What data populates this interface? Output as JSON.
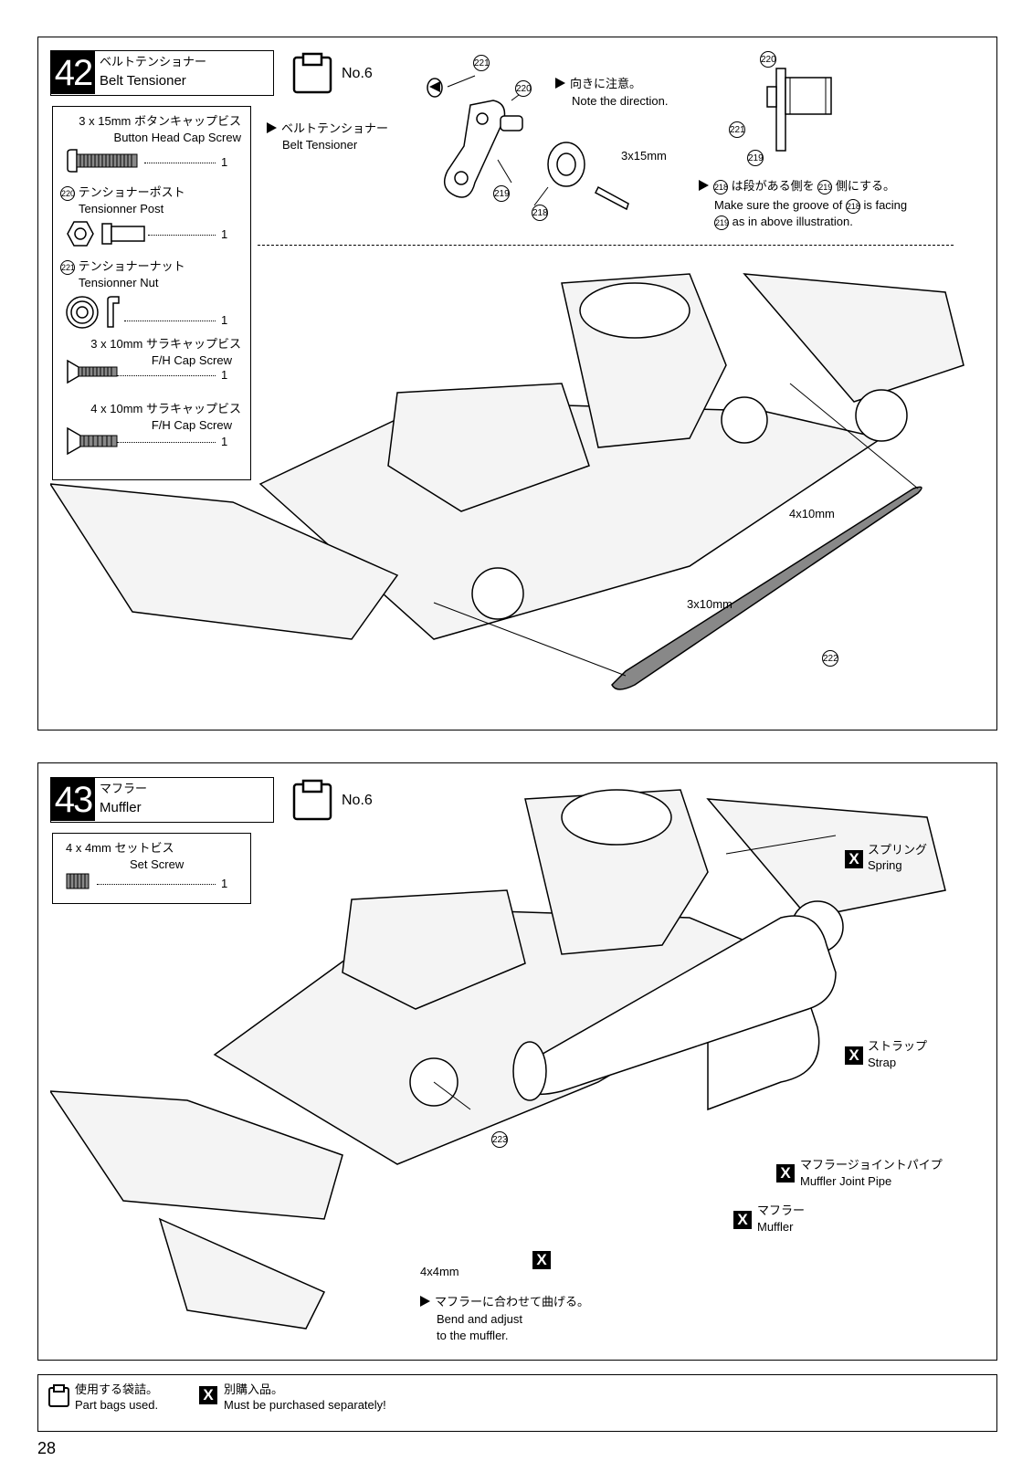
{
  "step42": {
    "number": "42",
    "title_jp": "ベルトテンショナー",
    "title_en": "Belt Tensioner",
    "bag_label": "No.6",
    "parts": [
      {
        "size": "3 x 15mm",
        "name_jp": "ボタンキャップビス",
        "name_en": "Button Head Cap Screw",
        "qty": "1"
      },
      {
        "ref": "220",
        "name_jp": "テンショナーポスト",
        "name_en": "Tensionner Post",
        "qty": "1"
      },
      {
        "ref": "221",
        "name_jp": "テンショナーナット",
        "name_en": "Tensionner Nut",
        "qty": "1"
      },
      {
        "size": "3 x 10mm",
        "name_jp": "サラキャップビス",
        "name_en": "F/H Cap Screw",
        "qty": "1"
      },
      {
        "size": "4 x 10mm",
        "name_jp": "サラキャップビス",
        "name_en": "F/H Cap Screw",
        "qty": "1"
      }
    ],
    "callout_jp": "ベルトテンショナー",
    "callout_en": "Belt Tensioner",
    "direction_jp": "向きに注意。",
    "direction_en": "Note the direction.",
    "groove_jp_a": "218",
    "groove_jp_b": "は段がある側を",
    "groove_jp_c": "219",
    "groove_jp_d": "側にする。",
    "groove_en_a": "Make sure the groove of",
    "groove_en_b": "218",
    "groove_en_c": "is facing",
    "groove_en_d": "219",
    "groove_en_e": "as in above illustration.",
    "labels": {
      "screw_3x15": "3x15mm",
      "screw_4x10": "4x10mm",
      "screw_3x10": "3x10mm"
    },
    "refs": [
      "221",
      "220",
      "219",
      "218",
      "222"
    ]
  },
  "step43": {
    "number": "43",
    "title_jp": "マフラー",
    "title_en": "Muffler",
    "bag_label": "No.6",
    "parts": [
      {
        "size": "4 x 4mm",
        "name_jp": "セットビス",
        "name_en": "Set Screw",
        "qty": "1"
      }
    ],
    "spring_jp": "スプリング",
    "spring_en": "Spring",
    "strap_jp": "ストラップ",
    "strap_en": "Strap",
    "joint_jp": "マフラージョイントパイプ",
    "joint_en": "Muffler Joint Pipe",
    "muffler_jp": "マフラー",
    "muffler_en": "Muffler",
    "bend_jp": "マフラーに合わせて曲げる。",
    "bend_en_1": "Bend and adjust",
    "bend_en_2": "to the muffler.",
    "screw_4x4": "4x4mm",
    "ref_223": "223",
    "x_mark": "X"
  },
  "legend": {
    "bag_jp": "使用する袋詰。",
    "bag_en": "Part bags used.",
    "x_mark": "X",
    "separate_jp": "別購入品。",
    "separate_en": "Must be purchased separately!"
  },
  "page_number": "28"
}
